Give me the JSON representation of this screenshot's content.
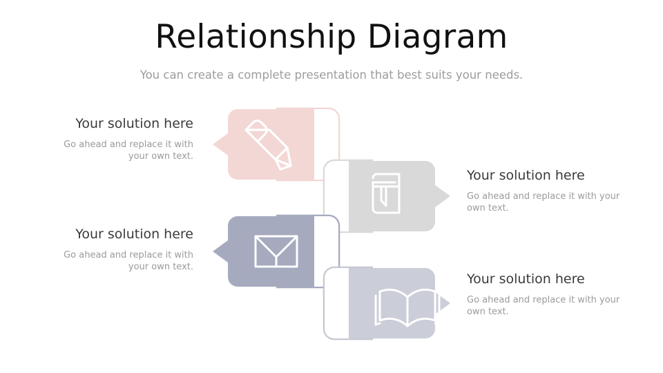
{
  "slide": {
    "title": "Relationship Diagram",
    "subtitle": "You can create a complete presentation that best suits your needs.",
    "background_color": "#FFFFFF"
  },
  "theme": {
    "title_color": "#111111",
    "subtitle_color": "#9C9C9C",
    "heading_color": "#3A3A3A",
    "body_color": "#9A9A9A",
    "icon_color": "#FFFFFF",
    "strip_color": "#FFFFFF"
  },
  "nodes": [
    {
      "id": "node-1",
      "index": 1,
      "heading": "Your solution here",
      "body": "Go ahead and replace it with your own text.",
      "icon": "pencil-icon",
      "fill_color": "#F3D7D5",
      "outline_color": "#F3D7D5",
      "tail_direction": "left",
      "text_side": "left",
      "text_align": "right"
    },
    {
      "id": "node-2",
      "index": 2,
      "heading": "Your solution here",
      "body": "Go ahead and replace it with your own text.",
      "icon": "closed-book-icon",
      "fill_color": "#D9D9D9",
      "outline_color": "#D9D9D9",
      "tail_direction": "right",
      "text_side": "right",
      "text_align": "left"
    },
    {
      "id": "node-3",
      "index": 3,
      "heading": "Your solution here",
      "body": "Go ahead and replace it with your own text.",
      "icon": "envelope-icon",
      "fill_color": "#A5AABF",
      "outline_color": "#A5AABF",
      "tail_direction": "left",
      "text_side": "left",
      "text_align": "right"
    },
    {
      "id": "node-4",
      "index": 4,
      "heading": "Your solution here",
      "body": "Go ahead and replace it with your own text.",
      "icon": "open-book-icon",
      "fill_color": "#CBCDD8",
      "outline_color": "#C6C8D2",
      "tail_direction": "right",
      "text_side": "right",
      "text_align": "left"
    }
  ]
}
